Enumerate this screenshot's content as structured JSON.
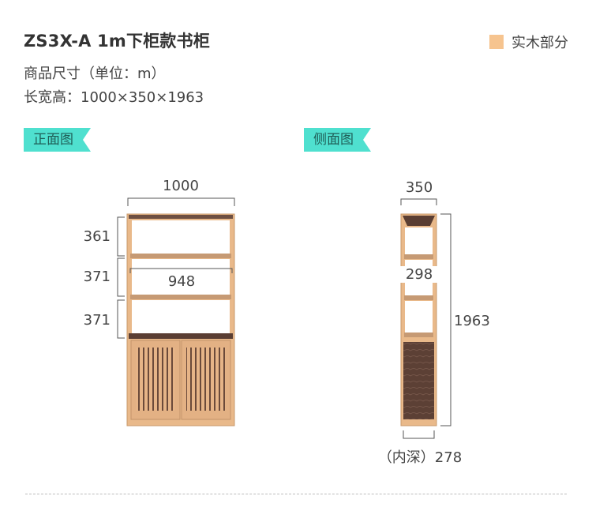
{
  "header": {
    "title": "ZS3X-A 1m下柜款书柜",
    "size_unit_line": "商品尺寸（单位：m）",
    "dimensions_line": "长宽高：1000×350×1963"
  },
  "legend": {
    "label": "实木部分",
    "color": "#f6c48f"
  },
  "front_view": {
    "tag": "正面图",
    "width_label": "1000",
    "inner_width_label": "948",
    "shelf_heights": [
      "361",
      "371",
      "371"
    ]
  },
  "side_view": {
    "tag": "侧面图",
    "depth_label": "350",
    "inner_depth_label": "298",
    "height_label": "1963",
    "bottom_label": "（内深）278"
  },
  "colors": {
    "tag_bg": "#4fe0cf",
    "wood_light": "#e9b98a",
    "wood_dark": "#5a3e33"
  }
}
